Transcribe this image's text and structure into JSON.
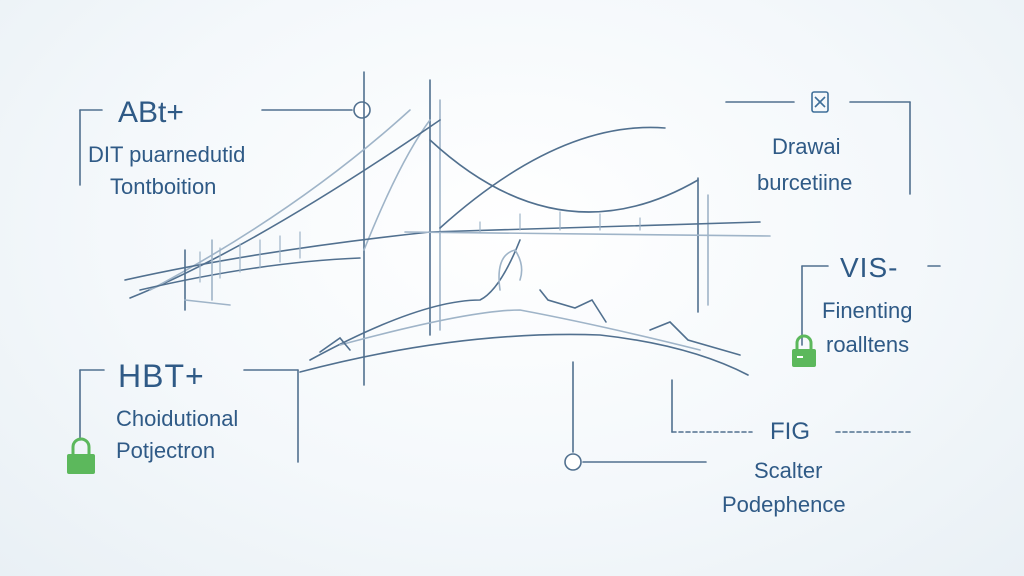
{
  "panels": {
    "top_left": {
      "heading": "ABt+",
      "line1": "DIT puarnedutid",
      "line2": "Tontboition"
    },
    "bottom_left": {
      "heading": "HBT+",
      "line1": "Choidutional",
      "line2": "Potjectron"
    },
    "top_right": {
      "line1": "Drawai",
      "line2": "burcetiine"
    },
    "middle_right": {
      "heading": "VIS-",
      "line1": "Finenting",
      "line2": "roalltens"
    },
    "bottom_right": {
      "heading": "FIG",
      "line1": "Scalter",
      "line2": "Podephence"
    }
  },
  "colors": {
    "ink": "#2f5a86",
    "sketch": "#51708f",
    "sketch_light": "#9fb4c8",
    "lock": "#5cb85c"
  },
  "icons": [
    "lock-icon",
    "node-circle",
    "document-icon"
  ]
}
